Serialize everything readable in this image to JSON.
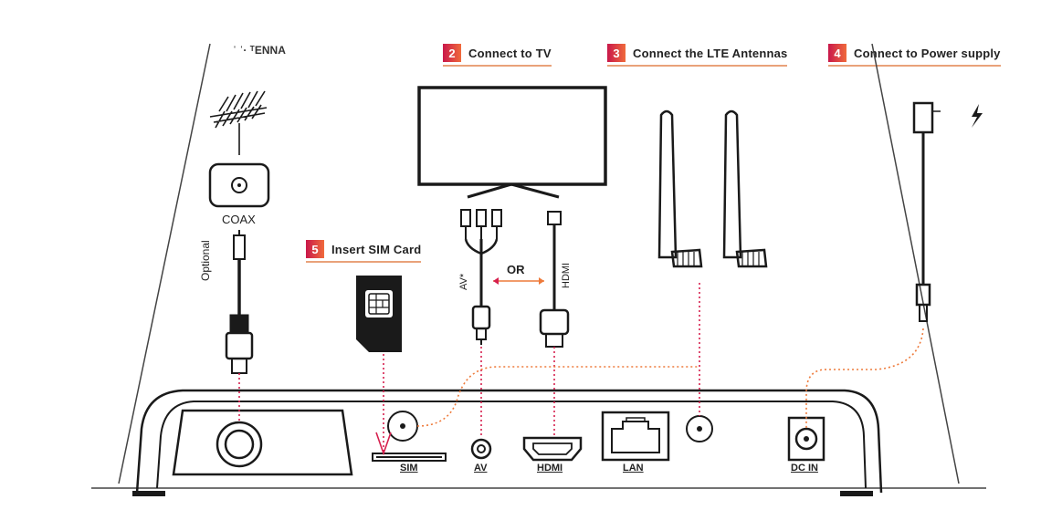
{
  "steps": [
    {
      "num": "2",
      "label": "Connect  to TV"
    },
    {
      "num": "3",
      "label": "Connect the LTE Antennas"
    },
    {
      "num": "4",
      "label": "Connect to Power supply"
    },
    {
      "num": "5",
      "label": "Insert SIM Card"
    }
  ],
  "step1_partial": "ˈ  ˈ· ᵀENNA",
  "labels": {
    "coax": "COAX",
    "optional": "Optional",
    "av_cable": "AV*",
    "or": "OR",
    "hdmi_cable": "HDMI"
  },
  "ports": {
    "sim": "SIM",
    "av": "AV",
    "hdmi": "HDMI",
    "lan": "LAN",
    "dc_in": "DC IN"
  },
  "colors": {
    "accent_red": "#d6204e",
    "accent_orange": "#ee7a3a",
    "line": "#222222"
  },
  "icons": {
    "power": "lightning-bolt-icon"
  }
}
